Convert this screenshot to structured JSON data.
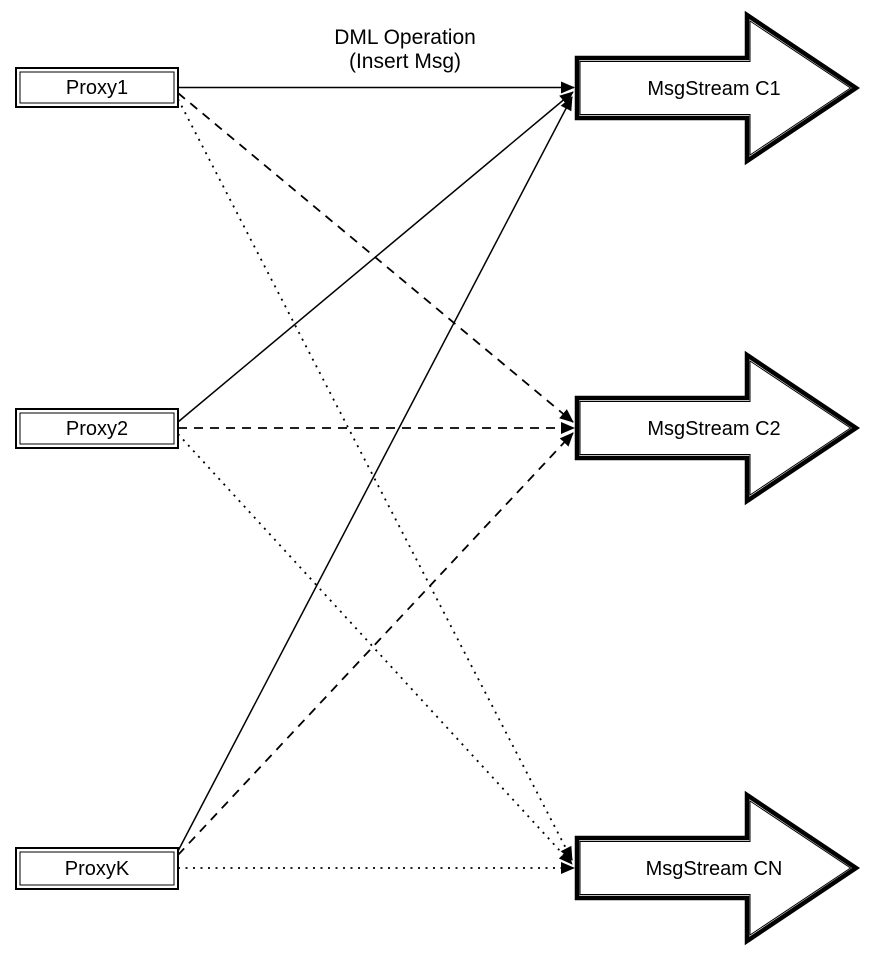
{
  "diagram": {
    "title": {
      "line1": "DML Operation",
      "line2": "(Insert Msg)"
    },
    "proxies": [
      {
        "id": "proxy1",
        "label": "Proxy1"
      },
      {
        "id": "proxy2",
        "label": "Proxy2"
      },
      {
        "id": "proxyk",
        "label": "ProxyK"
      }
    ],
    "streams": [
      {
        "id": "c1",
        "label": "MsgStream C1",
        "shape": "fat-right-arrow"
      },
      {
        "id": "c2",
        "label": "MsgStream C2",
        "shape": "fat-right-arrow"
      },
      {
        "id": "cn",
        "label": "MsgStream CN",
        "shape": "fat-right-arrow"
      }
    ],
    "edges": [
      {
        "from": "Proxy1",
        "to": "MsgStream C1",
        "style": "solid",
        "arrowhead": true
      },
      {
        "from": "Proxy1",
        "to": "MsgStream C2",
        "style": "dashed",
        "arrowhead": true
      },
      {
        "from": "Proxy1",
        "to": "MsgStream CN",
        "style": "dotted",
        "arrowhead": true
      },
      {
        "from": "Proxy2",
        "to": "MsgStream C1",
        "style": "solid",
        "arrowhead": true
      },
      {
        "from": "Proxy2",
        "to": "MsgStream C2",
        "style": "dashed",
        "arrowhead": true
      },
      {
        "from": "Proxy2",
        "to": "MsgStream CN",
        "style": "dotted",
        "arrowhead": true
      },
      {
        "from": "ProxyK",
        "to": "MsgStream C1",
        "style": "solid",
        "arrowhead": true
      },
      {
        "from": "ProxyK",
        "to": "MsgStream C2",
        "style": "dashed",
        "arrowhead": true
      },
      {
        "from": "ProxyK",
        "to": "MsgStream CN",
        "style": "dotted",
        "arrowhead": true
      }
    ],
    "colors": {
      "stroke": "#000000",
      "fill": "#ffffff",
      "background": "#ffffff"
    }
  }
}
